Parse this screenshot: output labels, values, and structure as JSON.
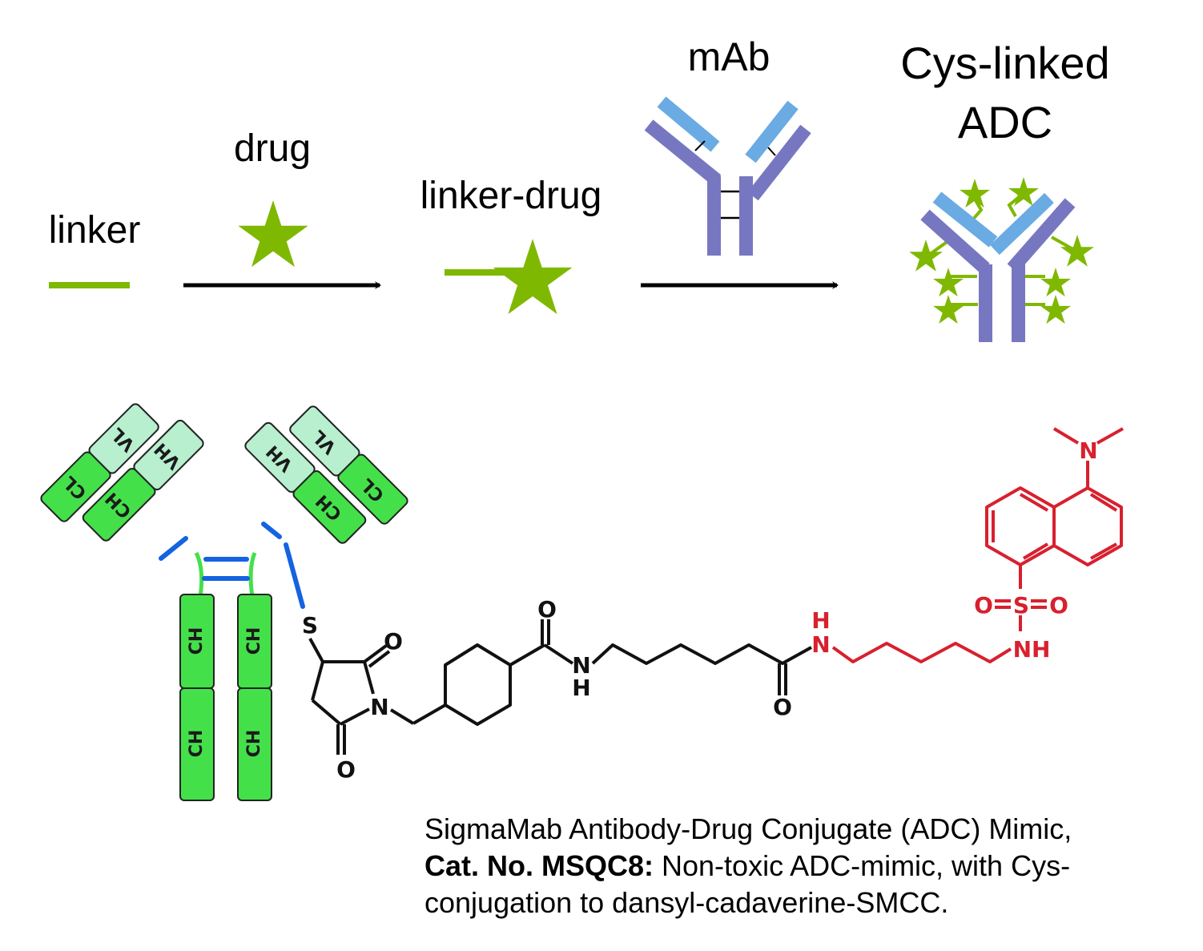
{
  "top_scheme": {
    "labels": {
      "linker": "linker",
      "drug": "drug",
      "linker_drug": "linker-drug",
      "mab": "mAb",
      "adc_line1": "Cys-linked",
      "adc_line2": "ADC"
    }
  },
  "antibody_domains": {
    "left_arm": [
      "VL",
      "VH",
      "CL",
      "CH"
    ],
    "right_arm": [
      "VH",
      "VL",
      "CH",
      "CL"
    ],
    "stem_left": [
      "CH",
      "CH"
    ],
    "stem_right": [
      "CH",
      "CH"
    ]
  },
  "structure_atoms": {
    "sulfur": "S",
    "succinimide_O_top": "O",
    "succinimide_O_bottom": "O",
    "succinimide_N": "N",
    "amide1_O": "O",
    "amide1_N": "N",
    "amide1_H": "H",
    "amide2_O": "O",
    "amide2_N": "N",
    "amide2_H": "H",
    "sulfonyl_O_left": "O",
    "sulfonyl_S": "S",
    "sulfonyl_O_right": "O",
    "sulfonamide_NH": "NH",
    "dimethylamino_N": "N"
  },
  "caption": {
    "line1": "SigmaMab Antibody-Drug Conjugate (ADC) Mimic,",
    "catalog_bold": "Cat. No. MSQC8:",
    "line2_rest": " Non-toxic ADC-mimic, with Cys-",
    "line3": "conjugation to dansyl-cadaverine-SMCC."
  },
  "colors": {
    "drug_green": "#7fb800",
    "heavy_chain_purple": "#7777c1",
    "light_chain_blue": "#6aabe3",
    "domain_green": "#44e04a",
    "variable_domain_pale": "#b7efcf",
    "disulfide_blue": "#1463e0",
    "dansyl_red": "#d8202e"
  }
}
